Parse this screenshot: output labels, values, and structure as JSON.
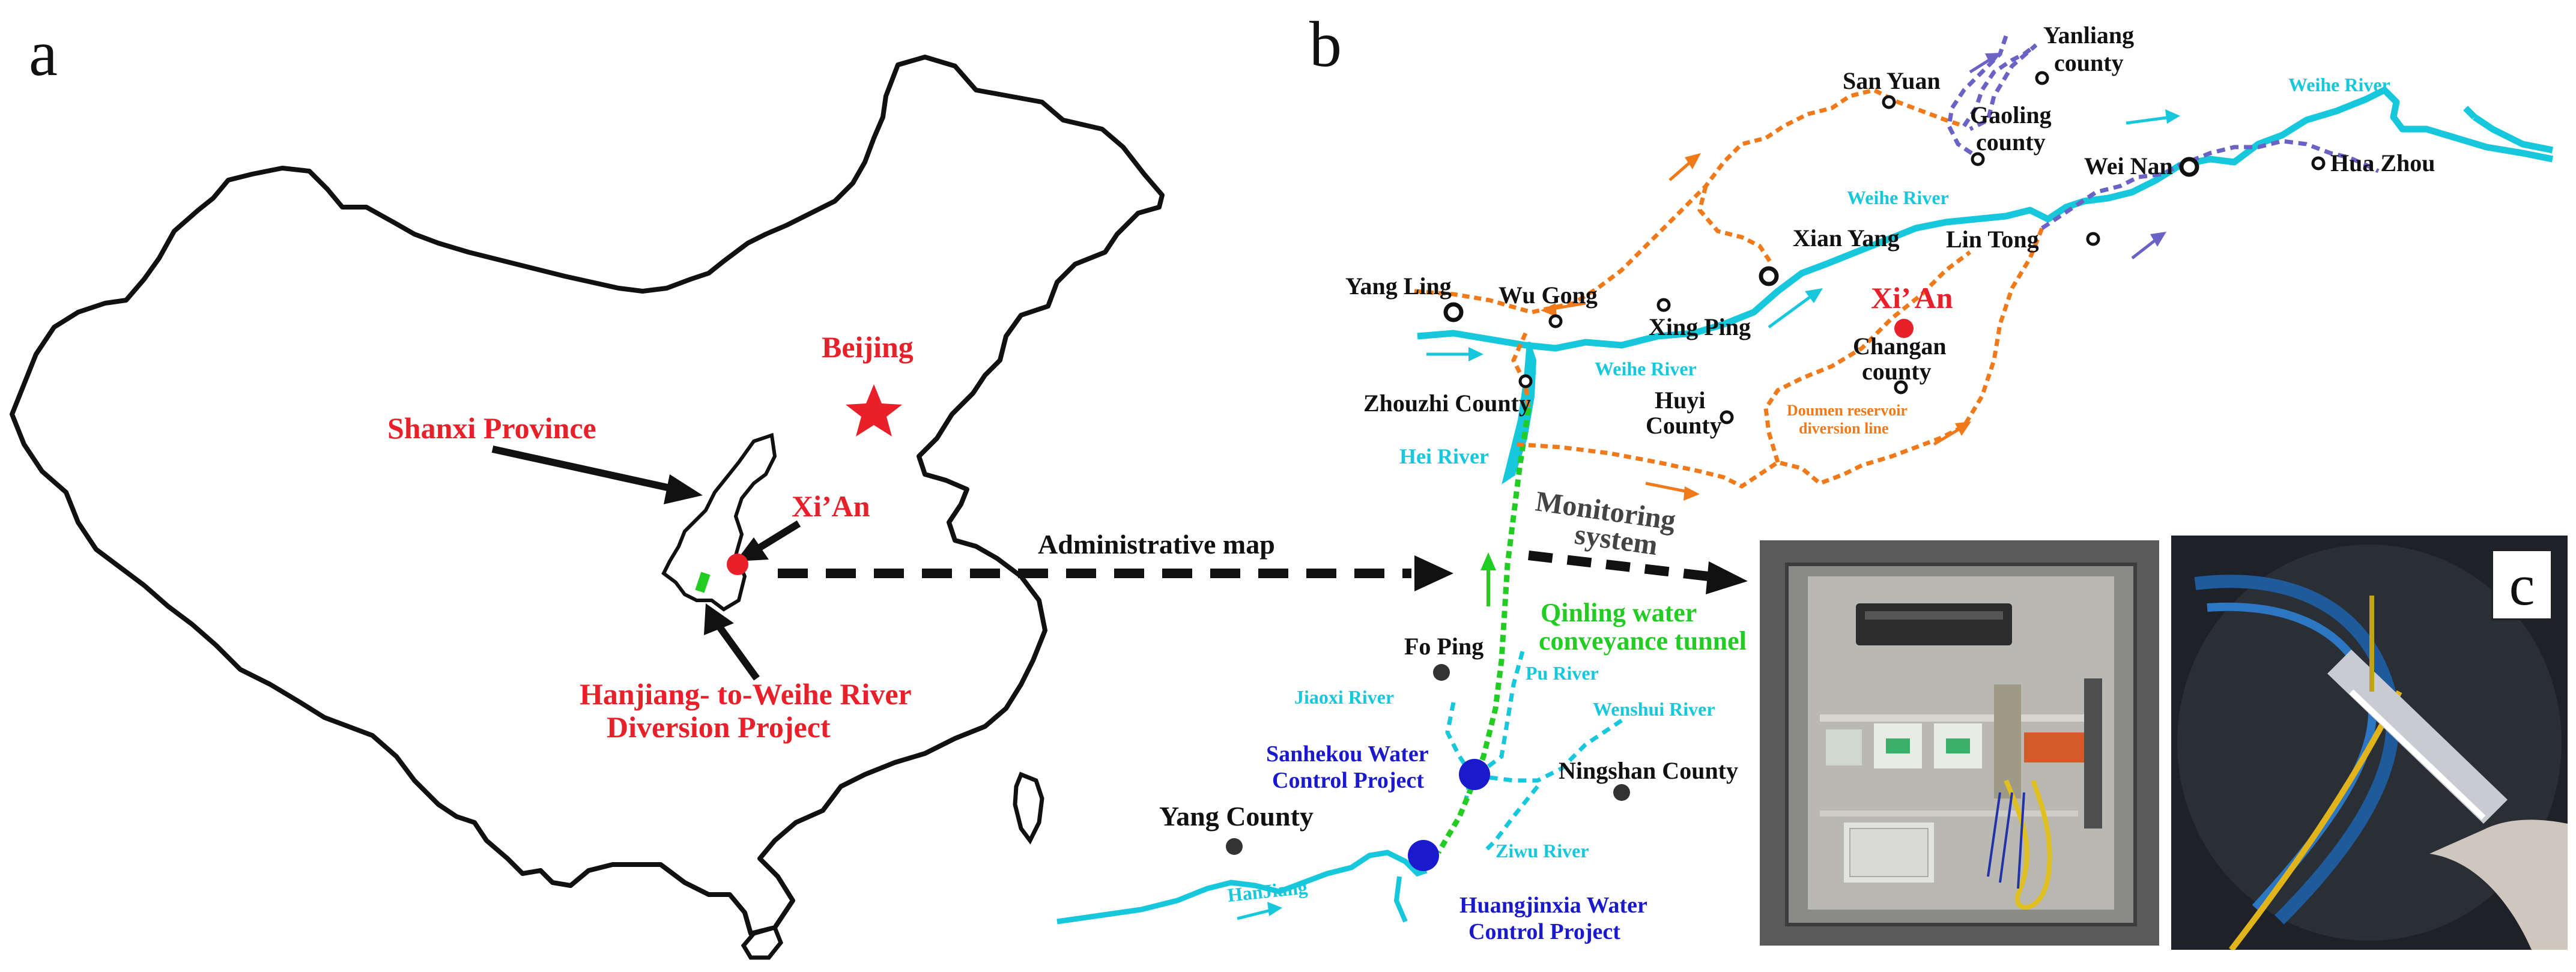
{
  "panels": {
    "a": "a",
    "b": "b",
    "c": "c"
  },
  "panel_a": {
    "beijing": "Beijing",
    "shanxi": "Shanxi Province",
    "xian": "Xi’An",
    "project_line1": "Hanjiang- to-Weihe River",
    "project_line2": "Diversion Project"
  },
  "link": {
    "administrative_map": "Administrative map",
    "monitoring_line1": "Monitoring",
    "monitoring_line2": "system"
  },
  "panel_b": {
    "places": {
      "yanliang_line1": "Yanliang",
      "yanliang_line2": "county",
      "san_yuan": "San Yuan",
      "gaoling_line1": "Gaoling",
      "gaoling_line2": "county",
      "wei_nan": "Wei Nan",
      "hua_zhou": "Hua Zhou",
      "xian_yang": "Xian Yang",
      "lin_tong": "Lin Tong",
      "yang_ling": "Yang Ling",
      "wu_gong": "Wu Gong",
      "xing_ping": "Xing Ping",
      "xian": "Xi’ An",
      "changan_line1": "Changan",
      "changan_line2": "county",
      "zhouzhi": "Zhouzhi County",
      "huyi_line1": "Huyi",
      "huyi_line2": "County",
      "fo_ping": "Fo Ping",
      "ningshan": "Ningshan County",
      "yang_county": "Yang  County"
    },
    "rivers": {
      "weihe_1": "Weihe River",
      "weihe_2": "Weihe River",
      "weihe_3": "Weihe River",
      "hei": "Hei River",
      "jiaoxi": "Jiaoxi River",
      "pu": "Pu River",
      "wenshui": "Wenshui River",
      "ziwu": "Ziwu River",
      "hanjiang": "HanJiang"
    },
    "doumen_line1": "Doumen reservoir",
    "doumen_line2": "diversion line",
    "tunnel_line1": "Qinling water",
    "tunnel_line2": "conveyance tunnel",
    "sanhekou_line1": "Sanhekou Water",
    "sanhekou_line2": "Control Project",
    "huangjinxia_line1": "Huangjinxia Water",
    "huangjinxia_line2": "Control Project"
  },
  "colors": {
    "red_label": "#e8202a",
    "river_cyan": "#17c7dc",
    "diversion_orange": "#f07a1a",
    "diversion_purple": "#6a62c4",
    "tunnel_green": "#22cc22",
    "project_blue": "#1a1acc"
  }
}
